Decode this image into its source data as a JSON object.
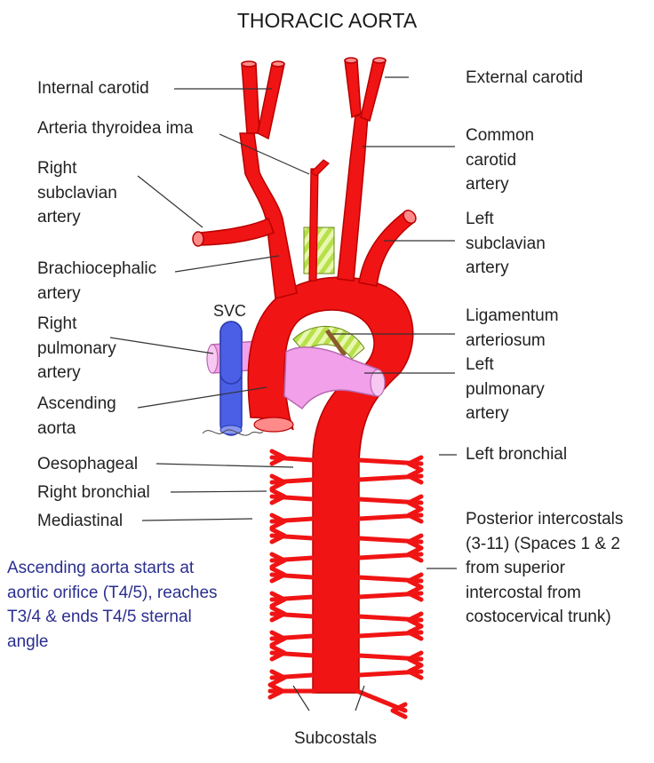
{
  "title": "THORACIC AORTA",
  "labels": {
    "internal_carotid": "Internal carotid",
    "arteria_thyroidea_ima": "Arteria thyroidea ima",
    "right_subclavian": "Right\nsubclavian\nartery",
    "brachiocephalic": "Brachiocephalic\nartery",
    "right_pulmonary": "Right\npulmonary\nartery",
    "ascending_aorta": "Ascending\naorta",
    "oesophageal": "Oesophageal",
    "right_bronchial": "Right bronchial",
    "mediastinal": "Mediastinal",
    "external_carotid": "External carotid",
    "common_carotid": "Common\ncarotid\nartery",
    "left_subclavian": "Left\nsubclavian\nartery",
    "ligamentum_arteriosum": "Ligamentum\narteriosum",
    "left_pulmonary": "Left\npulmonary\nartery",
    "left_bronchial": "Left bronchial",
    "posterior_intercostals": "Posterior intercostals\n(3-11) (Spaces 1 & 2\nfrom superior\nintercostal from\ncostocervical trunk)",
    "subcostals": "Subcostals",
    "svc": "SVC"
  },
  "note": "Ascending aorta starts at\naortic orifice (T4/5), reaches\nT3/4 & ends T4/5 sternal\nangle",
  "colors": {
    "artery": "#f01414",
    "artery_dark": "#b80000",
    "artery_light": "#ff8a8a",
    "pulmonary": "#f2a0ea",
    "pulmonary_dark": "#b86ab0",
    "svc": "#4a5fe6",
    "svc_dark": "#2a3aa8",
    "ligament_green": "#b7e04a",
    "note_text": "#2b2f8f",
    "leader": "#333333"
  }
}
